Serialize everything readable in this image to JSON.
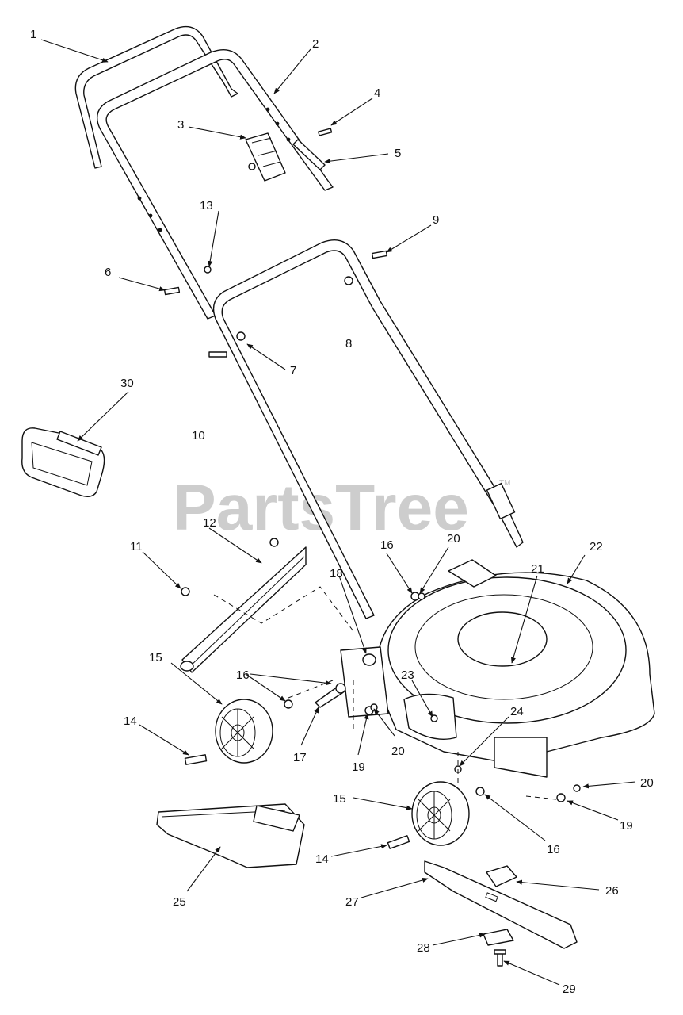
{
  "watermark": {
    "text": "PartsTree",
    "trademark": "TM"
  },
  "callouts": [
    "1",
    "2",
    "3",
    "4",
    "5",
    "6",
    "7",
    "8",
    "9",
    "10",
    "11",
    "12",
    "13",
    "14",
    "14",
    "15",
    "15",
    "16",
    "16",
    "16",
    "17",
    "18",
    "19",
    "19",
    "20",
    "20",
    "20",
    "21",
    "22",
    "23",
    "24",
    "25",
    "26",
    "27",
    "28",
    "29",
    "30"
  ]
}
